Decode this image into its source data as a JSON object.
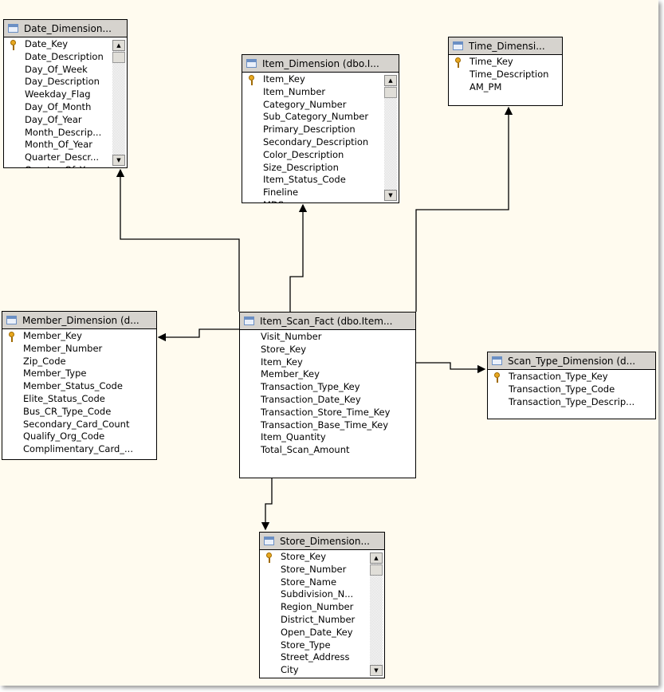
{
  "tables": [
    {
      "id": "date",
      "title": "Date_Dimension...",
      "scroll": true,
      "columns": [
        "Date_Key",
        "Date_Description",
        "Day_Of_Week",
        "Day_Description",
        "Weekday_Flag",
        "Day_Of_Month",
        "Day_Of_Year",
        "Month_Descrip...",
        "Month_Of_Year",
        "Quarter_Descr...",
        "Quarter_Of_Y..."
      ],
      "key": 0
    },
    {
      "id": "item",
      "title": "Item_Dimension (dbo.I...",
      "scroll": true,
      "columns": [
        "Item_Key",
        "Item_Number",
        "Category_Number",
        "Sub_Category_Number",
        "Primary_Description",
        "Secondary_Description",
        "Color_Description",
        "Size_Description",
        "Item_Status_Code",
        "Fineline",
        "MDS..."
      ],
      "key": 0
    },
    {
      "id": "time",
      "title": "Time_Dimensi...",
      "scroll": false,
      "columns": [
        "Time_Key",
        "Time_Description",
        "AM_PM"
      ],
      "key": 0
    },
    {
      "id": "member",
      "title": "Member_Dimension (d...",
      "scroll": false,
      "columns": [
        "Member_Key",
        "Member_Number",
        "Zip_Code",
        "Member_Type",
        "Member_Status_Code",
        "Elite_Status_Code",
        "Bus_CR_Type_Code",
        "Secondary_Card_Count",
        "Qualify_Org_Code",
        "Complimentary_Card_..."
      ],
      "key": 0
    },
    {
      "id": "fact",
      "title": "Item_Scan_Fact (dbo.Item...",
      "scroll": false,
      "columns": [
        "Visit_Number",
        "Store_Key",
        "Item_Key",
        "Member_Key",
        "Transaction_Type_Key",
        "Transaction_Date_Key",
        "Transaction_Store_Time_Key",
        "Transaction_Base_Time_Key",
        "Item_Quantity",
        "Total_Scan_Amount"
      ],
      "key": -1
    },
    {
      "id": "scan",
      "title": "Scan_Type_Dimension (d...",
      "scroll": false,
      "columns": [
        "Transaction_Type_Key",
        "Transaction_Type_Code",
        "Transaction_Type_Descrip..."
      ],
      "key": 0
    },
    {
      "id": "store",
      "title": "Store_Dimension...",
      "scroll": true,
      "columns": [
        "Store_Key",
        "Store_Number",
        "Store_Name",
        "Subdivision_N...",
        "Region_Number",
        "District_Number",
        "Open_Date_Key",
        "Store_Type",
        "Street_Address",
        "City"
      ],
      "key": 0
    }
  ],
  "relationships": [
    {
      "from": "Item_Scan_Fact",
      "to": "Date_Dimension"
    },
    {
      "from": "Item_Scan_Fact",
      "to": "Item_Dimension"
    },
    {
      "from": "Item_Scan_Fact",
      "to": "Time_Dimension"
    },
    {
      "from": "Item_Scan_Fact",
      "to": "Member_Dimension"
    },
    {
      "from": "Item_Scan_Fact",
      "to": "Scan_Type_Dimension"
    },
    {
      "from": "Item_Scan_Fact",
      "to": "Store_Dimension"
    }
  ]
}
